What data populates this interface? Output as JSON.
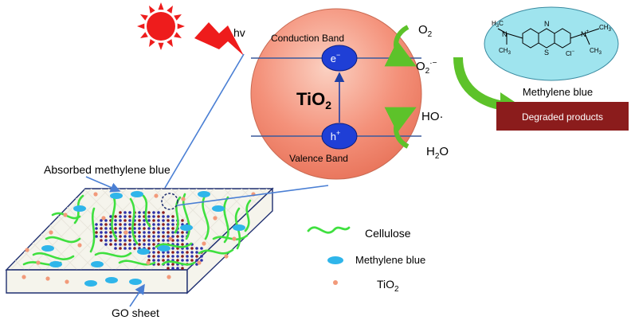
{
  "labels": {
    "hv": "hv",
    "conduction_band": "Conduction Band",
    "valence_band": "Valence Band",
    "tio2_center": "TiO",
    "tio2_center_sub": "2",
    "electron": "e",
    "electron_sup": "−",
    "hole": "h",
    "hole_sup": "+",
    "o2": "O",
    "o2_sub": "2",
    "superoxide": "O",
    "superoxide_sub": "2",
    "superoxide_sup": "·−",
    "hydroxyl": "HO·",
    "water_h": "H",
    "water_sub": "2",
    "water_o": "O",
    "methylene_blue_name": "Methylene blue",
    "degraded_products": "Degraded products",
    "absorbed_methylene_blue": "Absorbed methylene blue",
    "go_sheet": "GO sheet"
  },
  "molecule": {
    "n_top": "N",
    "s_bottom": "S",
    "left_h3c_top": "H",
    "left_h3c_top_sub": "3",
    "left_h3c_top_c": "C",
    "left_n": "N",
    "left_ch3_bottom": "CH",
    "left_ch3_bottom_sub": "3",
    "right_n": "N",
    "right_n_sup": "+",
    "right_ch3_top": "CH",
    "right_ch3_top_sub": "3",
    "right_ch3_bottom": "CH",
    "right_ch3_bottom_sub": "3",
    "counter_ion": "Cl",
    "counter_ion_sup": "−"
  },
  "legend": [
    {
      "key": "cellulose",
      "label": "Cellulose"
    },
    {
      "key": "methylene-blue",
      "label": "Methylene blue"
    },
    {
      "key": "tio2",
      "label": "TiO",
      "sub": "2"
    }
  ],
  "colors": {
    "sun": "#ee1c1c",
    "lightning": "#ee1c1c",
    "tio2_sphere": "#f4917a",
    "band_line": "#3a5a9c",
    "carrier": "#1f3fd6",
    "green_arrow": "#5dc22a",
    "molecule_fill": "#9fe4ee",
    "degraded_box": "#8b1c1c",
    "cellulose": "#3fe03f",
    "methylene_blue_dot": "#2fb5ea",
    "tio2_dot": "#f29a7a",
    "go_sheet": "#2b2fa6",
    "pointer_line": "#4a7fd4"
  }
}
